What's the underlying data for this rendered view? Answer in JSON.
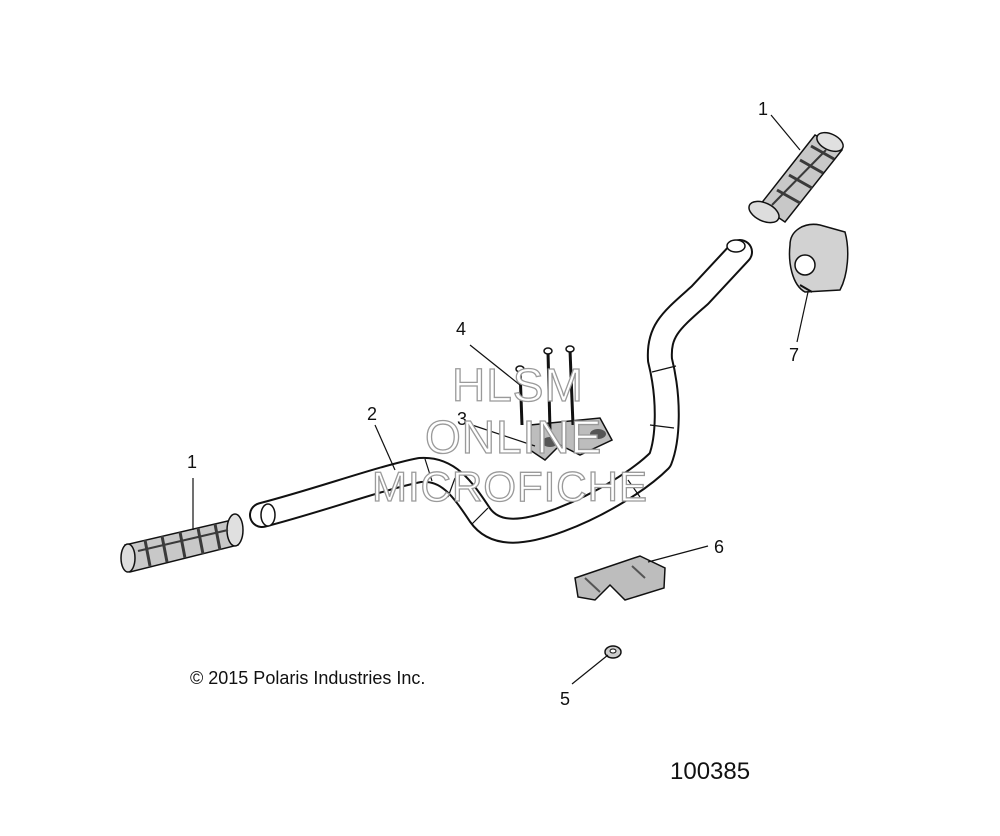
{
  "callouts": [
    {
      "id": "1a",
      "label": "1"
    },
    {
      "id": "1b",
      "label": "1"
    },
    {
      "id": "2",
      "label": "2"
    },
    {
      "id": "3",
      "label": "3"
    },
    {
      "id": "4",
      "label": "4"
    },
    {
      "id": "5",
      "label": "5"
    },
    {
      "id": "6",
      "label": "6"
    },
    {
      "id": "7",
      "label": "7"
    }
  ],
  "watermark": {
    "line1": "HLSM",
    "line2": "ONLINE",
    "line3": "MICROFICHE",
    "color": "#9a9a9a"
  },
  "copyright": "© 2015 Polaris Industries Inc.",
  "figure_id": "100385",
  "colors": {
    "line": "#111111",
    "grip_fill": "#c8c8c8",
    "grip_dark": "#3a3a3a",
    "clamp_fill": "#bdbdbd"
  }
}
